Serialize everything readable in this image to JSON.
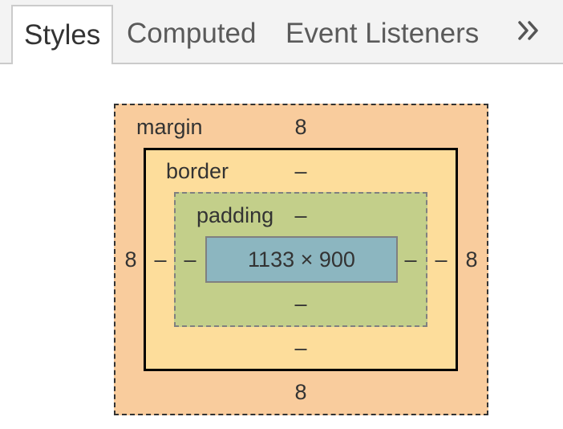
{
  "tabs": {
    "styles": "Styles",
    "computed": "Computed",
    "event_listeners": "Event Listeners",
    "more_icon": "chevron-double-right-icon"
  },
  "box_model": {
    "margin": {
      "label": "margin",
      "top": "8",
      "right": "8",
      "bottom": "8",
      "left": "8"
    },
    "border": {
      "label": "border",
      "top": "–",
      "right": "–",
      "bottom": "–",
      "left": "–"
    },
    "padding": {
      "label": "padding",
      "top": "–",
      "right": "–",
      "bottom": "–",
      "left": "–"
    },
    "content": {
      "size": "1133 × 900"
    }
  },
  "colors": {
    "margin": "#f9cc9d",
    "border": "#fddd9b",
    "padding": "#c3cf8a",
    "content": "#8cb6c0"
  }
}
